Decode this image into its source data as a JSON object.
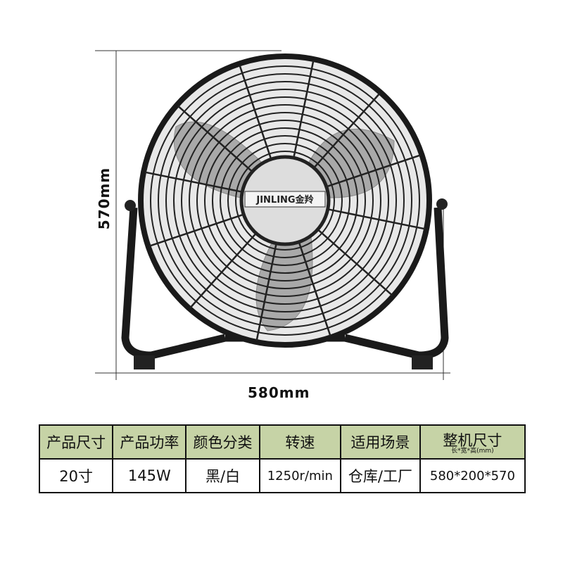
{
  "dimensions": {
    "height": "570mm",
    "width": "580mm"
  },
  "logo": {
    "text": "JINLING金羚"
  },
  "table": {
    "headers": [
      {
        "label": "产品尺寸"
      },
      {
        "label": "产品功率"
      },
      {
        "label": "颜色分类"
      },
      {
        "label": "转速"
      },
      {
        "label": "适用场景"
      },
      {
        "label": "整机尺寸",
        "sub": "长*宽*高(mm)"
      }
    ],
    "values": [
      "20寸",
      "145W",
      "黑/白",
      "1250r/min",
      "仓库/工厂",
      "580*200*570"
    ]
  },
  "colors": {
    "header_bg": "#c6d3a6",
    "frame": "#1a1a1a",
    "blade": "#a8a8a8"
  }
}
